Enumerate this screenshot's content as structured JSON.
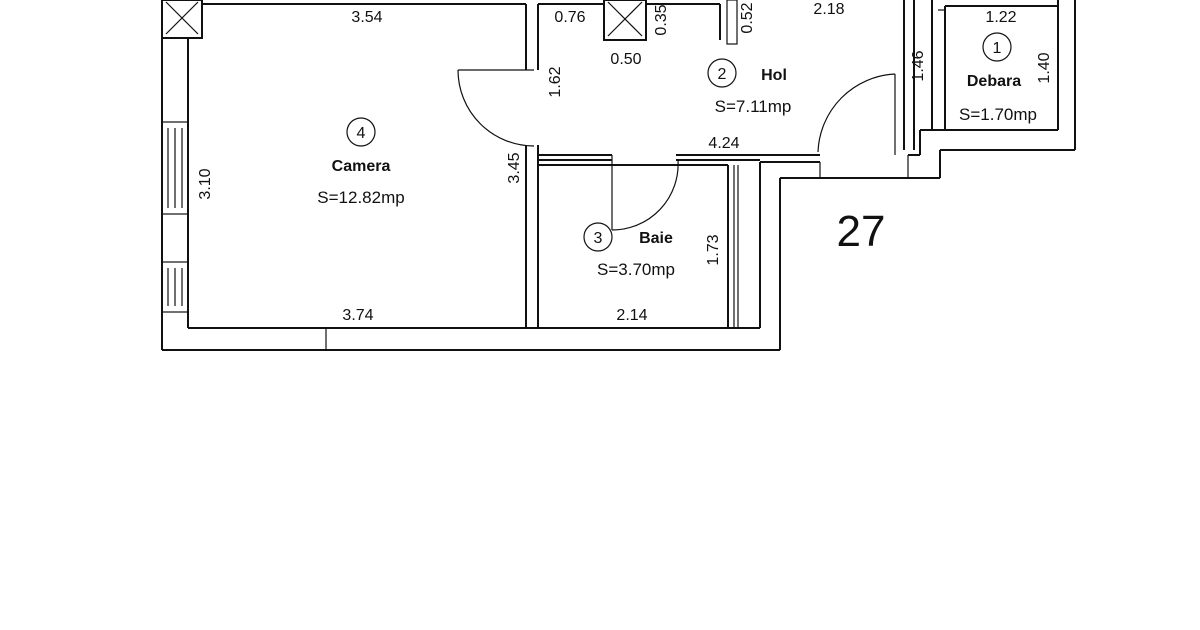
{
  "apartment_number": "27",
  "rooms": [
    {
      "id": "debara",
      "number": "1",
      "name": "Debara",
      "area": "S=1.70mp"
    },
    {
      "id": "hol",
      "number": "2",
      "name": "Hol",
      "area": "S=7.11mp"
    },
    {
      "id": "baie",
      "number": "3",
      "name": "Baie",
      "area": "S=3.70mp"
    },
    {
      "id": "camera",
      "number": "4",
      "name": "Camera",
      "area": "S=12.82mp"
    }
  ],
  "dimensions": {
    "camera_top": "3.54",
    "camera_bottom": "3.74",
    "camera_left": "3.10",
    "camera_right": "3.45",
    "hol_upper_left": "1.62",
    "hol_small_1": "0.76",
    "hol_small_2": "0.50",
    "hol_small_3": "0.35",
    "hol_small_4": "0.52",
    "hol_top": "2.18",
    "hol_bottom": "4.24",
    "hol_right": "1.46",
    "debara_top": "1.22",
    "debara_side": "1.40",
    "baie_bottom": "2.14",
    "baie_right": "1.73"
  }
}
